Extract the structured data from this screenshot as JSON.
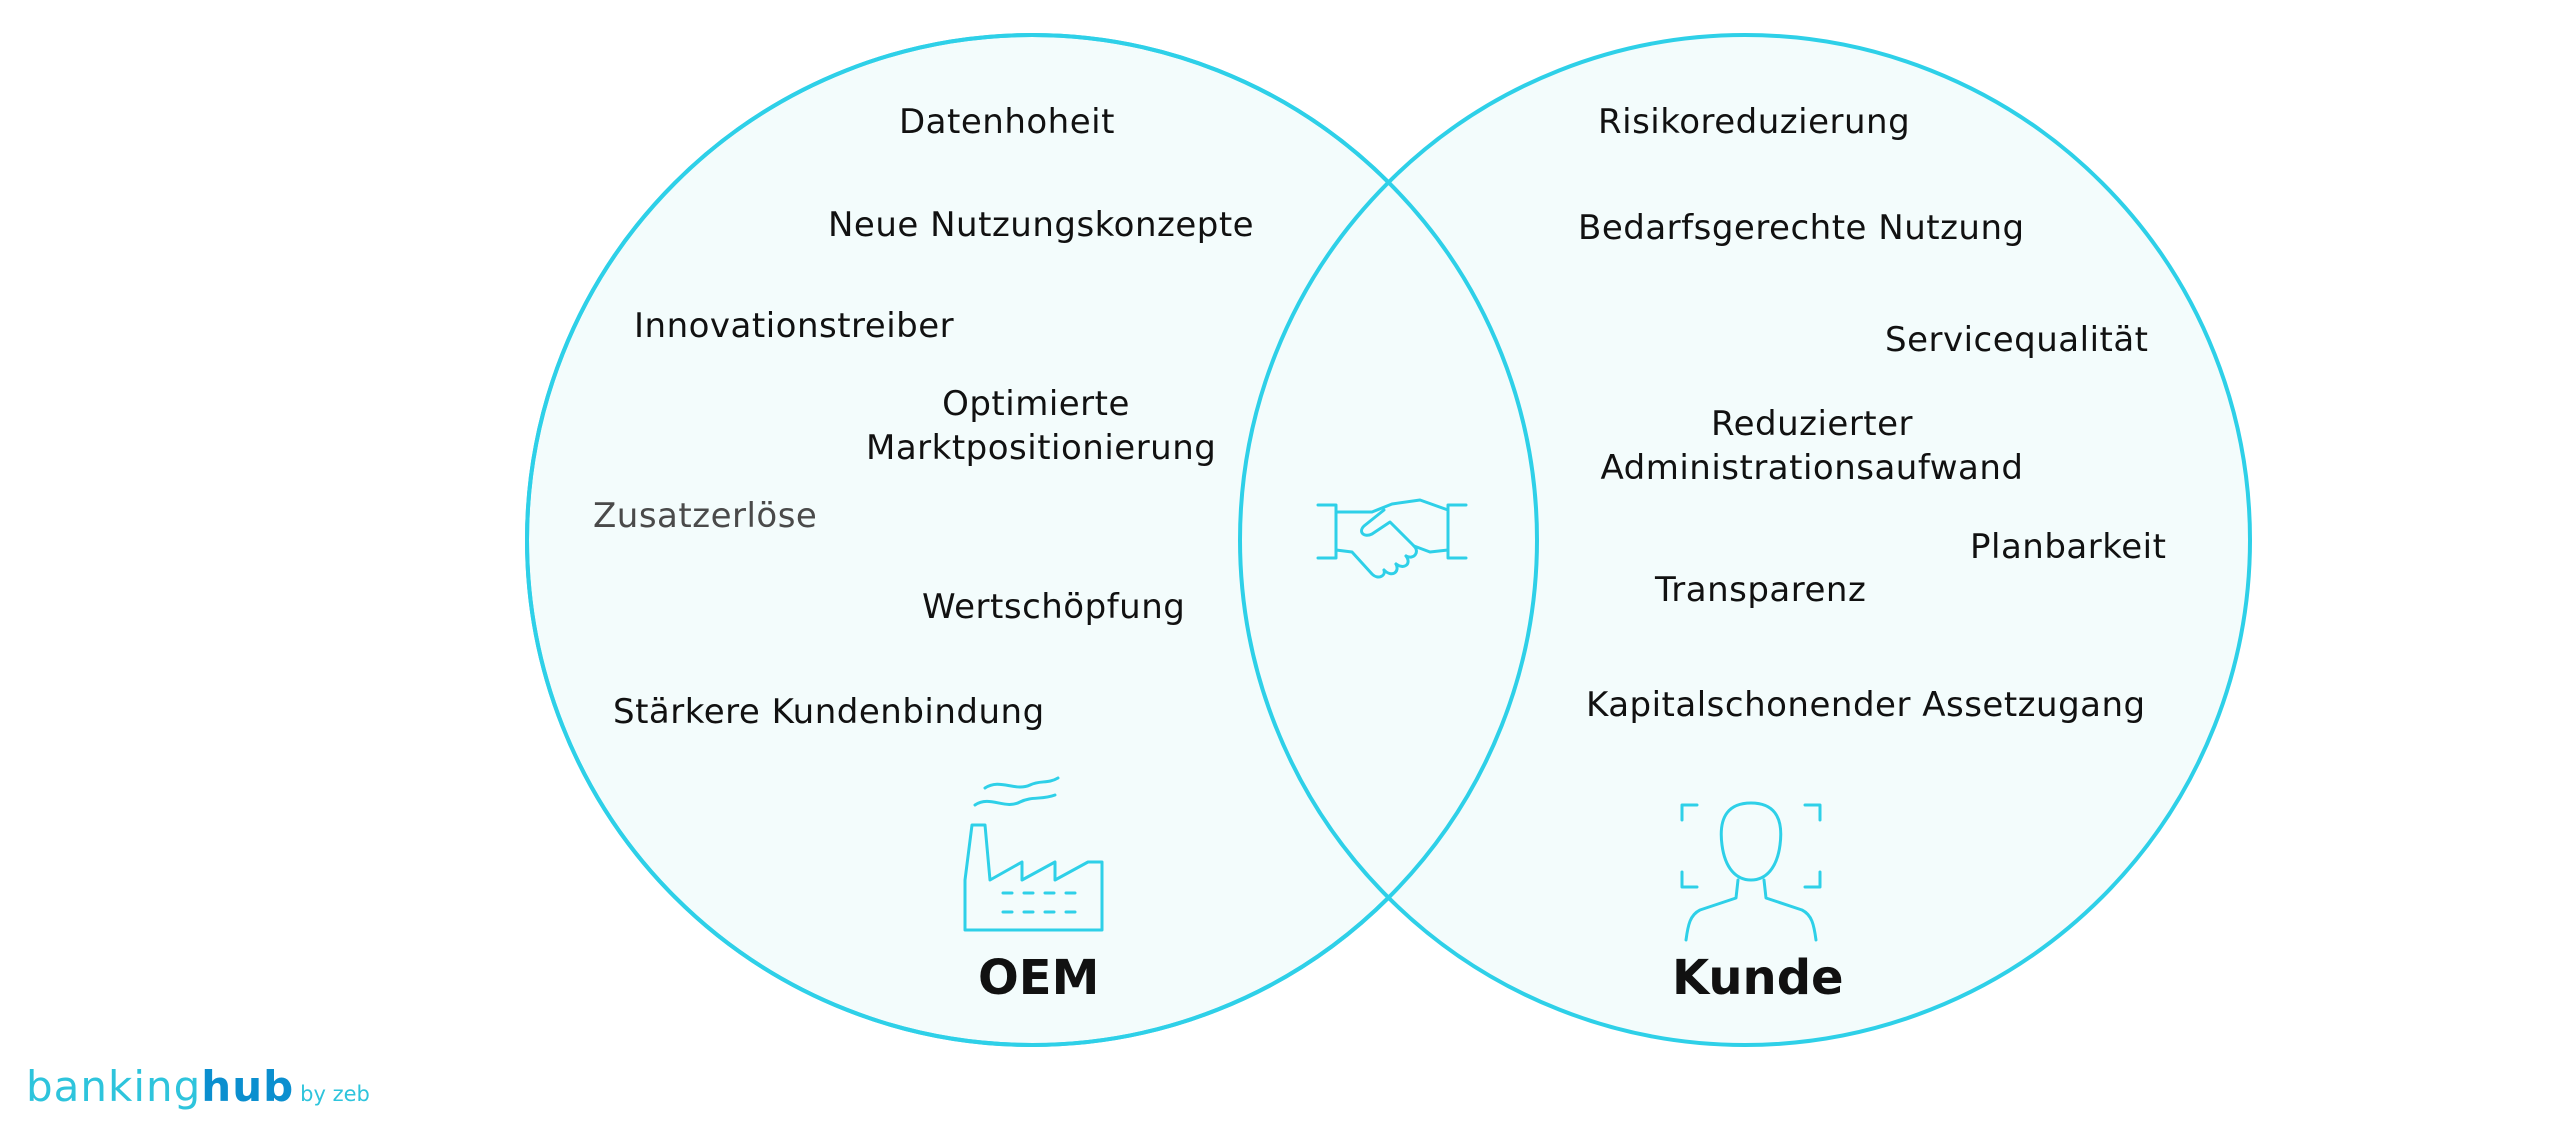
{
  "colors": {
    "accent": "#2ed0e8",
    "fill": "#f3fcfc",
    "text": "#111111",
    "brand_light": "#2ec4dc",
    "brand_dark": "#0b8fcf"
  },
  "oem": {
    "title": "OEM",
    "items": {
      "datenhoheit": "Datenhoheit",
      "neue_nutzung": "Neue Nutzungskonzepte",
      "innovation": "Innovationstreiber",
      "optimierte": "Optimierte\nMarktpositionierung",
      "zusatzerloese": "Zusatzerlöse",
      "wertschoepfung": "Wertschöpfung",
      "kundenbindung": "Stärkere Kundenbindung"
    }
  },
  "kunde": {
    "title": "Kunde",
    "items": {
      "risiko": "Risikoreduzierung",
      "bedarf": "Bedarfsgerechte Nutzung",
      "service": "Servicequalität",
      "admin": "Reduzierter\nAdministrationsaufwand",
      "planbarkeit": "Planbarkeit",
      "transparenz": "Transparenz",
      "kapital": "Kapitalschonender Assetzugang"
    }
  },
  "icons": {
    "factory": "factory-icon",
    "handshake": "handshake-icon",
    "person": "person-scan-icon"
  },
  "brand": {
    "part1": "banking",
    "part2": "hub",
    "part3": "by zeb"
  }
}
